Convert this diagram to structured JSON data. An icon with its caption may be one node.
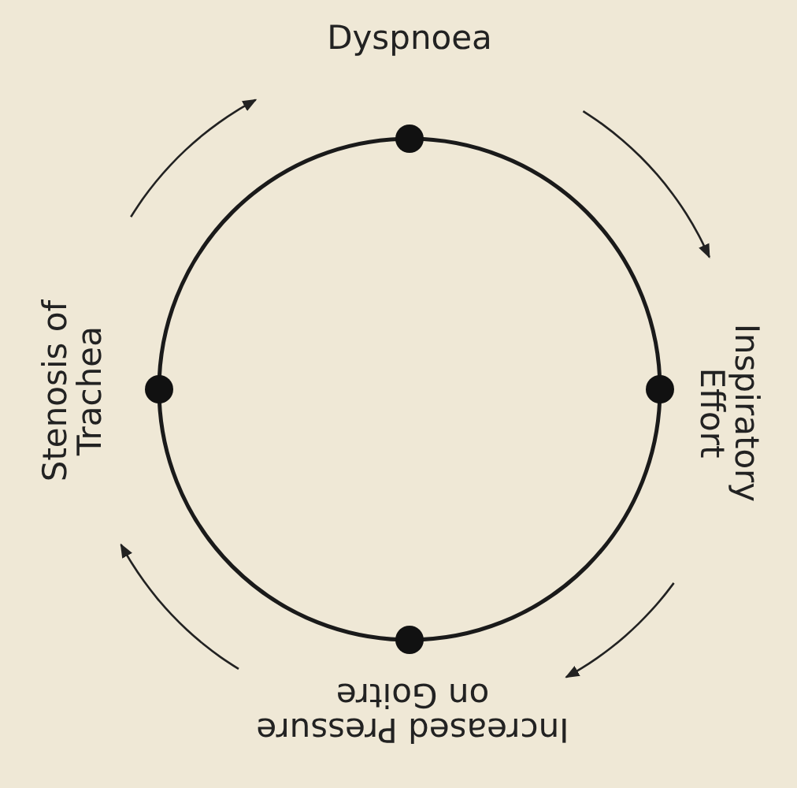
{
  "diagram": {
    "nodes": [
      {
        "text": [
          "Dyspnoea"
        ]
      },
      {
        "text": [
          "Inspiratory Effort"
        ]
      },
      {
        "text": [
          "Increased Pressure on Goitre"
        ]
      },
      {
        "text": [
          "Stenosis of Trachea"
        ]
      }
    ],
    "edges": [
      {
        "from": 0,
        "to": 1,
        "arrow": "to"
      },
      {
        "from": 1,
        "to": 2,
        "arrow": "to"
      },
      {
        "from": 2,
        "to": 3,
        "arrow": "to"
      },
      {
        "from": 3,
        "to": 0,
        "arrow": "to"
      }
    ]
  }
}
